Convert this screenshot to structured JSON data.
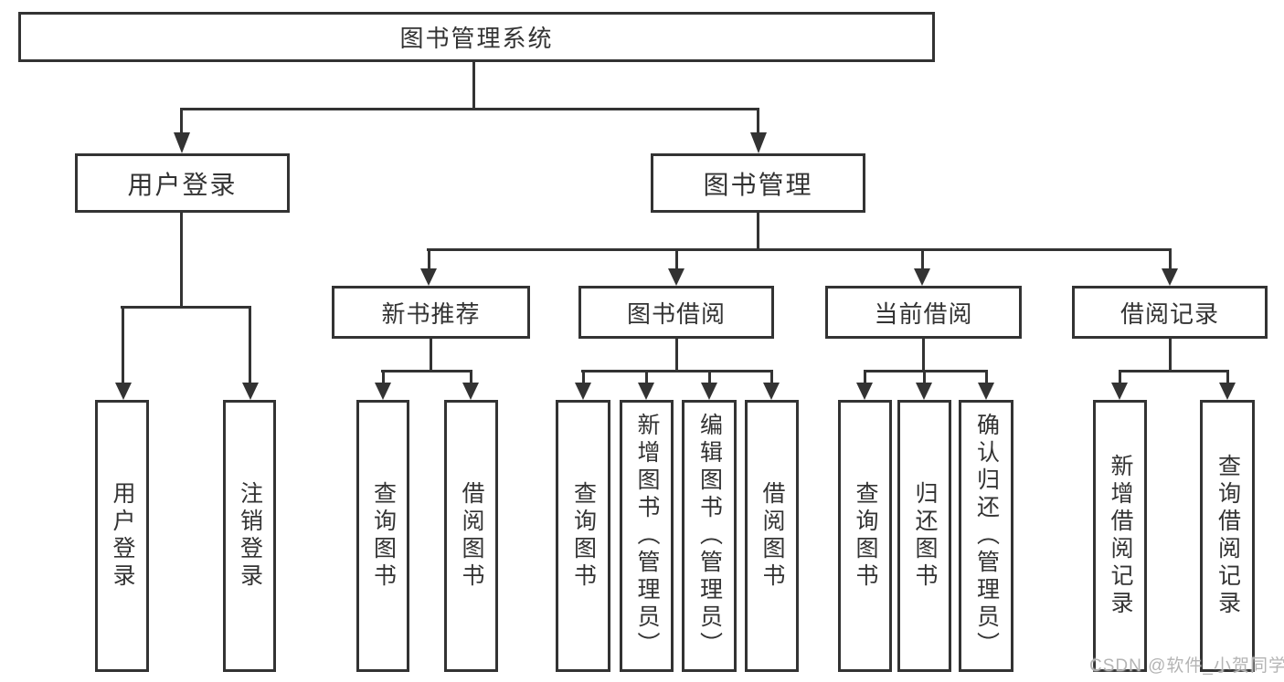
{
  "diagram": {
    "root": {
      "label": "图书管理系统"
    },
    "level2": [
      {
        "label": "用户登录"
      },
      {
        "label": "图书管理"
      }
    ],
    "level3": [
      {
        "label": "新书推荐"
      },
      {
        "label": "图书借阅"
      },
      {
        "label": "当前借阅"
      },
      {
        "label": "借阅记录"
      }
    ],
    "leaves": [
      {
        "label": "用户登录"
      },
      {
        "label": "注销登录"
      },
      {
        "label": "查询图书"
      },
      {
        "label": "借阅图书"
      },
      {
        "label": "查询图书"
      },
      {
        "label": "新增图书（管理员）"
      },
      {
        "label": "编辑图书（管理员）"
      },
      {
        "label": "借阅图书"
      },
      {
        "label": "查询图书"
      },
      {
        "label": "归还图书"
      },
      {
        "label": "确认归还（管理员）"
      },
      {
        "label": "新增借阅记录"
      },
      {
        "label": "查询借阅记录"
      }
    ]
  },
  "watermark": {
    "text": "CSDN @软件_小贺同学"
  },
  "colors": {
    "line": "#333333",
    "text": "#333333",
    "background": "#ffffff",
    "watermark": "#b4b4b4"
  }
}
